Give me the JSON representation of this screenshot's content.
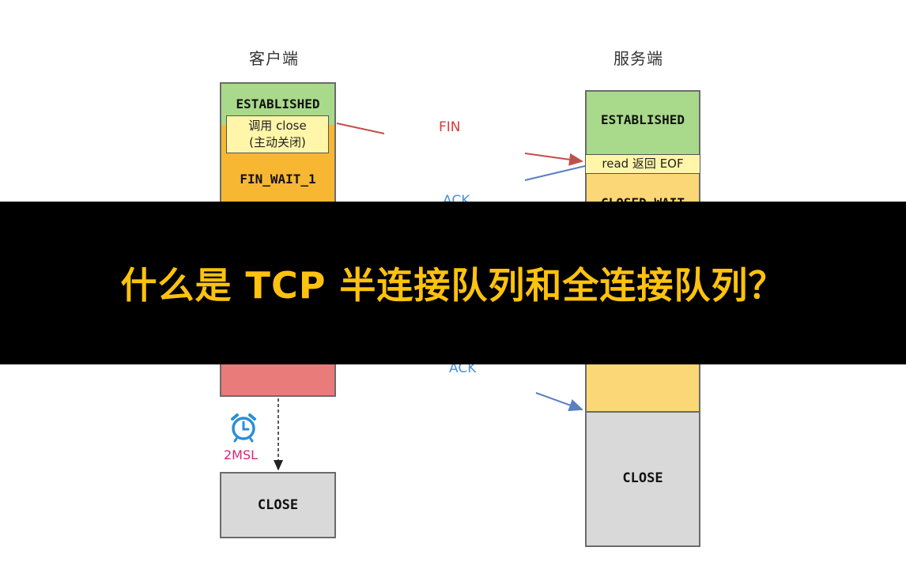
{
  "client": {
    "title": "客户端",
    "established": "ESTABLISHED",
    "close_note_line1": "调用 close",
    "close_note_line2": "(主动关闭)",
    "fin_wait_1": "FIN_WAIT_1",
    "msl_label": "2MSL",
    "close": "CLOSE"
  },
  "server": {
    "title": "服务端",
    "established": "ESTABLISHED",
    "read_eof": "read 返回 EOF",
    "closed_wait_partial": "CLOSED_WAIT",
    "close": "CLOSE"
  },
  "messages": {
    "fin": "FIN",
    "ack_top": "ACK",
    "ack_bottom": "ACK"
  },
  "banner": {
    "title": "什么是 TCP 半连接队列和全连接队列？"
  },
  "colors": {
    "fin": "#d9383a",
    "ack": "#4a90d9",
    "msl": "#d6247a",
    "banner_text": "#ffc20e"
  }
}
